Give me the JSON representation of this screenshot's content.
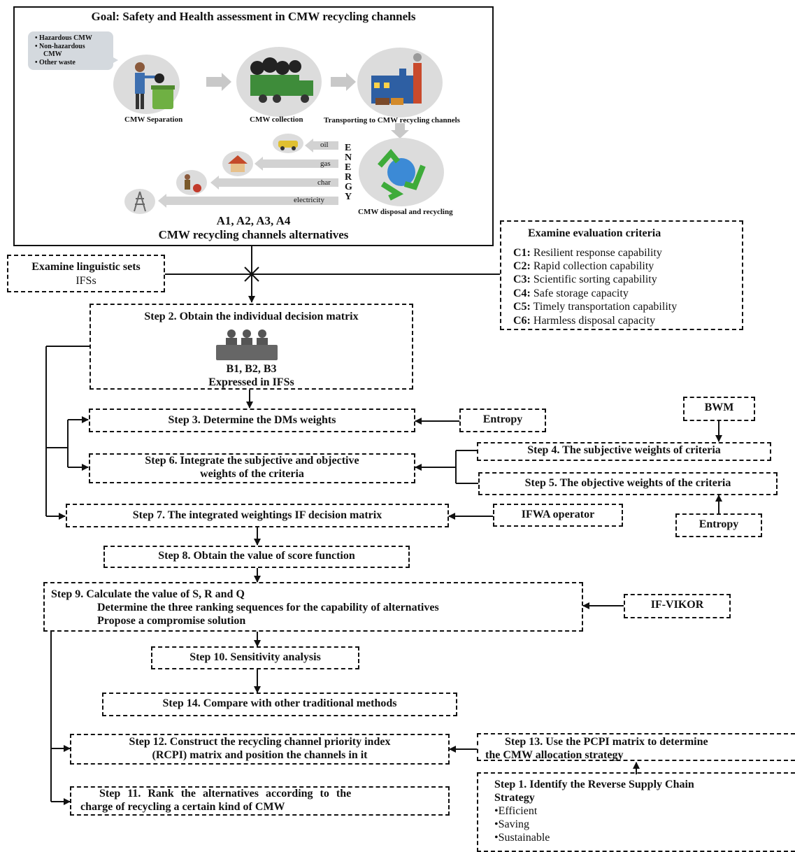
{
  "goal": {
    "title": "Goal: Safety and Health assessment in CMW recycling channels",
    "waste_types": [
      "Hazardous CMW",
      "Non-hazardous",
      "CMW",
      "Other waste"
    ],
    "stages": {
      "separation": "CMW Separation",
      "collection": "CMW collection",
      "transporting": "Transporting to CMW recycling channels",
      "disposal": "CMW disposal and recycling"
    },
    "energy_label": [
      "E",
      "N",
      "E",
      "R",
      "G",
      "Y"
    ],
    "energy_outputs": [
      "oil",
      "gas",
      "char",
      "electricity"
    ],
    "alternatives_line1": "A1, A2, A3, A4",
    "alternatives_line2": "CMW recycling channels alternatives"
  },
  "linguistic": {
    "title": "Examine linguistic sets",
    "value": "IFSs"
  },
  "criteria": {
    "title": "Examine evaluation criteria",
    "items": [
      {
        "code": "C1:",
        "label": "Resilient response capability"
      },
      {
        "code": "C2:",
        "label": "Rapid collection capability"
      },
      {
        "code": "C3:",
        "label": "Scientific sorting capability"
      },
      {
        "code": "C4:",
        "label": "Safe storage capacity"
      },
      {
        "code": "C5:",
        "label": "Timely transportation capability"
      },
      {
        "code": "C6:",
        "label": "Harmless disposal capacity"
      }
    ]
  },
  "steps": {
    "s2": {
      "title": "Step 2. Obtain the individual decision matrix",
      "line1": "B1, B2, B3",
      "line2": "Expressed in IFSs"
    },
    "s3": "Step 3. Determine the DMs weights",
    "s6_line1": "Step 6. Integrate the subjective and objective",
    "s6_line2": "weights of the criteria",
    "s4": "Step 4. The subjective weights of criteria",
    "s5": "Step 5. The objective weights of the criteria",
    "s7": "Step 7.  The integrated weightings IF decision matrix",
    "s8": "Step 8. Obtain the value of score function",
    "s9_line1": "Step 9. Calculate the value of S, R and Q",
    "s9_line2": "Determine the three ranking sequences for the capability of alternatives",
    "s9_line3": "Propose a compromise solution",
    "s10": "Step 10. Sensitivity analysis",
    "s14": "Step 14. Compare with other traditional methods",
    "s12_line1": "Step 12. Construct the recycling channel priority index",
    "s12_line2": "(RCPI) matrix and position the channels in it",
    "s13_line1": "Step 13. Use the PCPI matrix to determine",
    "s13_line2": "the CMW allocation strategy",
    "s11_line1": "Step 11. Rank the alternatives according to the",
    "s11_line2": "charge of recycling a certain kind of CMW",
    "s1_line1": "Step 1. Identify the Reverse Supply Chain",
    "s1_line2": "Strategy",
    "s1_bullets": [
      "•Efficient",
      "•Saving",
      "•Sustainable"
    ]
  },
  "methods": {
    "entropy_top": "Entropy",
    "bwm": "BWM",
    "entropy_bottom": "Entropy",
    "ifwa": "IFWA operator",
    "vikor": "IF-VIKOR"
  }
}
